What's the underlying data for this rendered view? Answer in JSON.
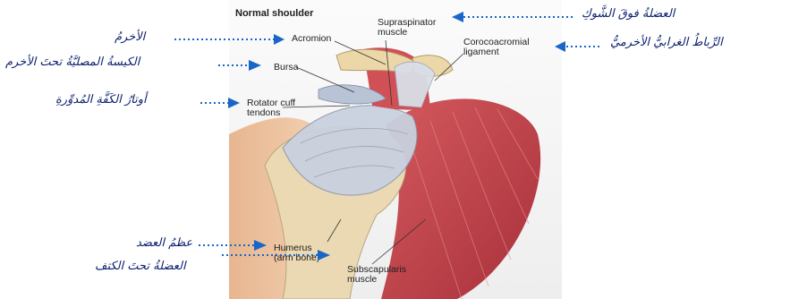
{
  "diagram": {
    "title": "Normal shoulder",
    "en_labels": {
      "acromion": "Acromion",
      "bursa": "Bursa",
      "rotator_cuff": "Rotator cuff\ntendons",
      "supraspinatus": "Supraspinator\nmuscle",
      "coracoacromial": "Corocoacromial\nligament",
      "humerus": "Humerus\n(arm bone)",
      "subscapularis": "Subscapularis\nmuscle"
    },
    "ar_labels": {
      "acromion": "الأخرمُ",
      "bursa": "الكيسةُ المصليَّةُ تحتَ الأخرم",
      "rotator_cuff": "أوتارُ الكَفَّةِ المُدوِّرةِ",
      "supraspinatus": "العضلةُ فوقَ الشَّوكِ",
      "coracoacromial": "الرِّباطُ الغرابيُّ الأخرميُّ",
      "humerus": "عظمُ العضد",
      "subscapularis": "العضلةُ تحتَ الكتف"
    },
    "colors": {
      "arrow": "#1a66c8",
      "arabic_text": "#0b1f6e",
      "muscle": "#c8454a",
      "bone": "#ead9b2",
      "tendon": "#c9d1df",
      "skin": "#f0c9a7"
    }
  }
}
